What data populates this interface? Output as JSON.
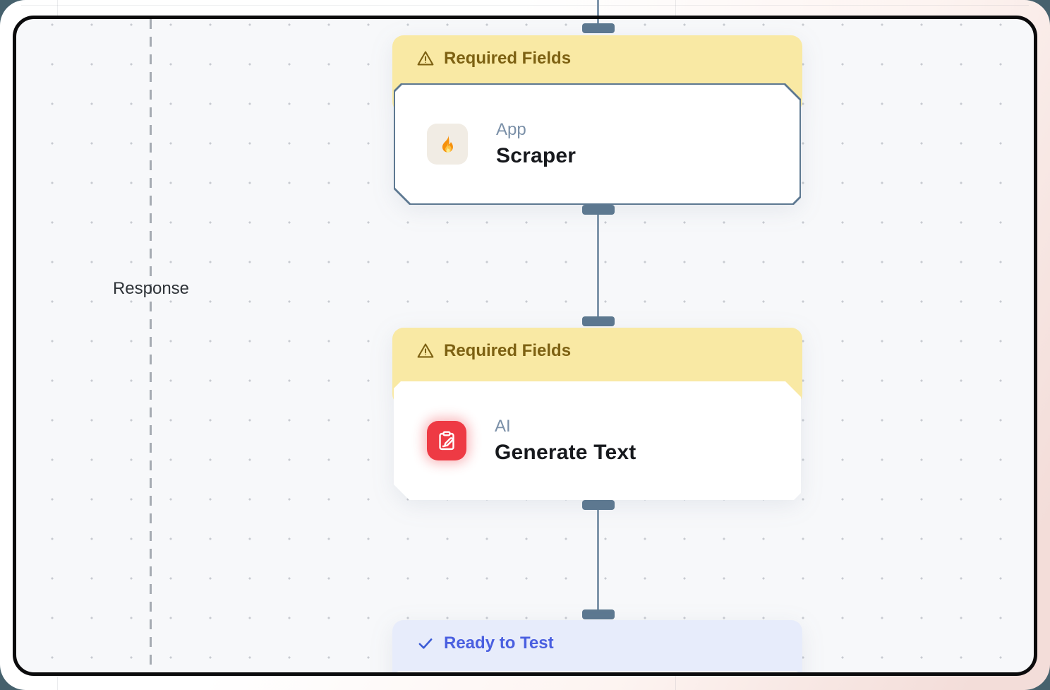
{
  "canvas": {
    "response_label": "Response",
    "nodes": {
      "scraper": {
        "status_label": "Required Fields",
        "status_icon": "warning-triangle-icon",
        "category": "App",
        "title": "Scraper",
        "app_icon": "fire-icon",
        "selected": true
      },
      "generate_text": {
        "status_label": "Required Fields",
        "status_icon": "warning-triangle-icon",
        "category": "AI",
        "title": "Generate Text",
        "app_icon": "clipboard-pencil-icon",
        "selected": false
      },
      "next_step": {
        "status_label": "Ready to Test",
        "status_icon": "check-icon"
      }
    },
    "colors": {
      "warning_banner_bg": "#F9E9A4",
      "warning_banner_text": "#7D6112",
      "ready_banner_bg": "#E7ECFB",
      "ready_banner_text": "#4A5FE0",
      "selected_node_border": "#5D7891",
      "connector": "#8096AB",
      "connector_handle": "#5D7890",
      "ai_icon_bg": "#EE3A44",
      "canvas_bg": "#F7F8FA",
      "frame_border": "#0B0B0C",
      "outer_base": "#46616D"
    }
  }
}
